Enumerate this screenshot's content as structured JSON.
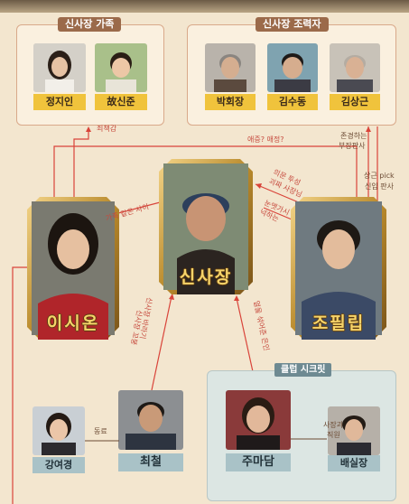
{
  "groups": {
    "family": {
      "title": "신사장 가족",
      "members": [
        {
          "name": "정지인"
        },
        {
          "name": "故신준"
        }
      ]
    },
    "helpers": {
      "title": "신사장 조력자",
      "members": [
        {
          "name": "박회장"
        },
        {
          "name": "김수동"
        },
        {
          "name": "김상근"
        }
      ]
    },
    "club": {
      "title": "클럽 시크릿",
      "members": [
        {
          "name": "주마담"
        },
        {
          "name": "배실장"
        }
      ]
    }
  },
  "main": {
    "center": {
      "name": "신사장"
    },
    "left": {
      "name": "이시온"
    },
    "right": {
      "name": "조필립"
    }
  },
  "others": {
    "choi": {
      "name": "최철"
    },
    "kang": {
      "name": "강여경"
    }
  },
  "relations": {
    "guilt": "죄책감",
    "love": "애증? 애정?",
    "respect1": "존경하는",
    "respect2": "부장판사",
    "pick1": "상근 pick",
    "pick2": "신입 판사",
    "family_like": "가족 같은 사이",
    "doubt1": "의문 투성",
    "doubt2": "괴짜 사장님",
    "cute1": "눈엣가시",
    "cute2": "넉하는",
    "choi1": "신사장 바라기",
    "choi2": "신사장 꼬붕",
    "ju": "얼을 섞어준 은인",
    "colleague": "동료",
    "boss1": "사장과",
    "boss2": "직원"
  },
  "colors": {
    "accent_red": "#d9443a",
    "gold": "#c99a3a",
    "panel_brown": "#9b6a4a",
    "club_bg": "#dce6e3"
  }
}
